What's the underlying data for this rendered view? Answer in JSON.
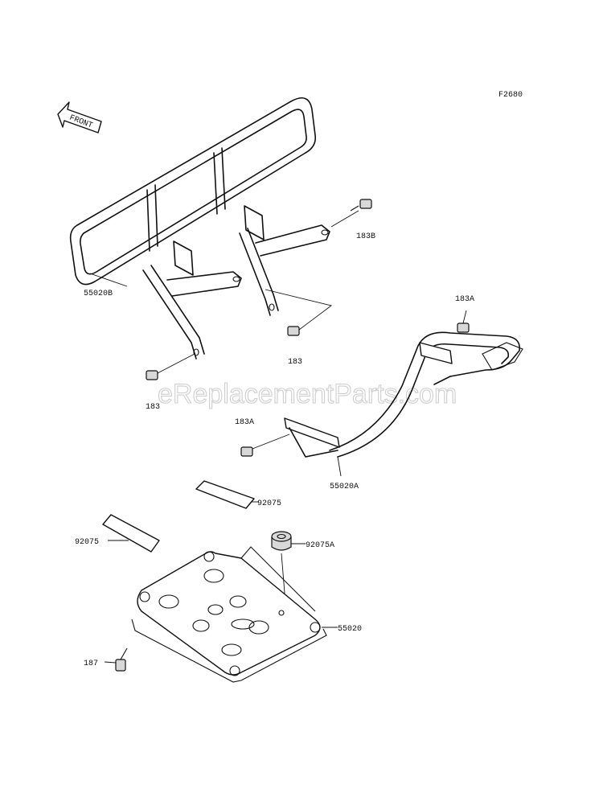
{
  "figure_code": "F2680",
  "front_arrow_text": "FRONT",
  "watermark": "eReplacementParts.com",
  "labels": {
    "rear_rack": "55020B",
    "bolt_183B": "183B",
    "bolt_183_right": "183",
    "bolt_183_left": "183",
    "bolt_183A_top": "183A",
    "bolt_183A_mid": "183A",
    "front_bumper": "55020A",
    "pad_right": "92075",
    "pad_left": "92075",
    "damper": "92075A",
    "skid_plate": "55020",
    "bolt_187": "187"
  }
}
